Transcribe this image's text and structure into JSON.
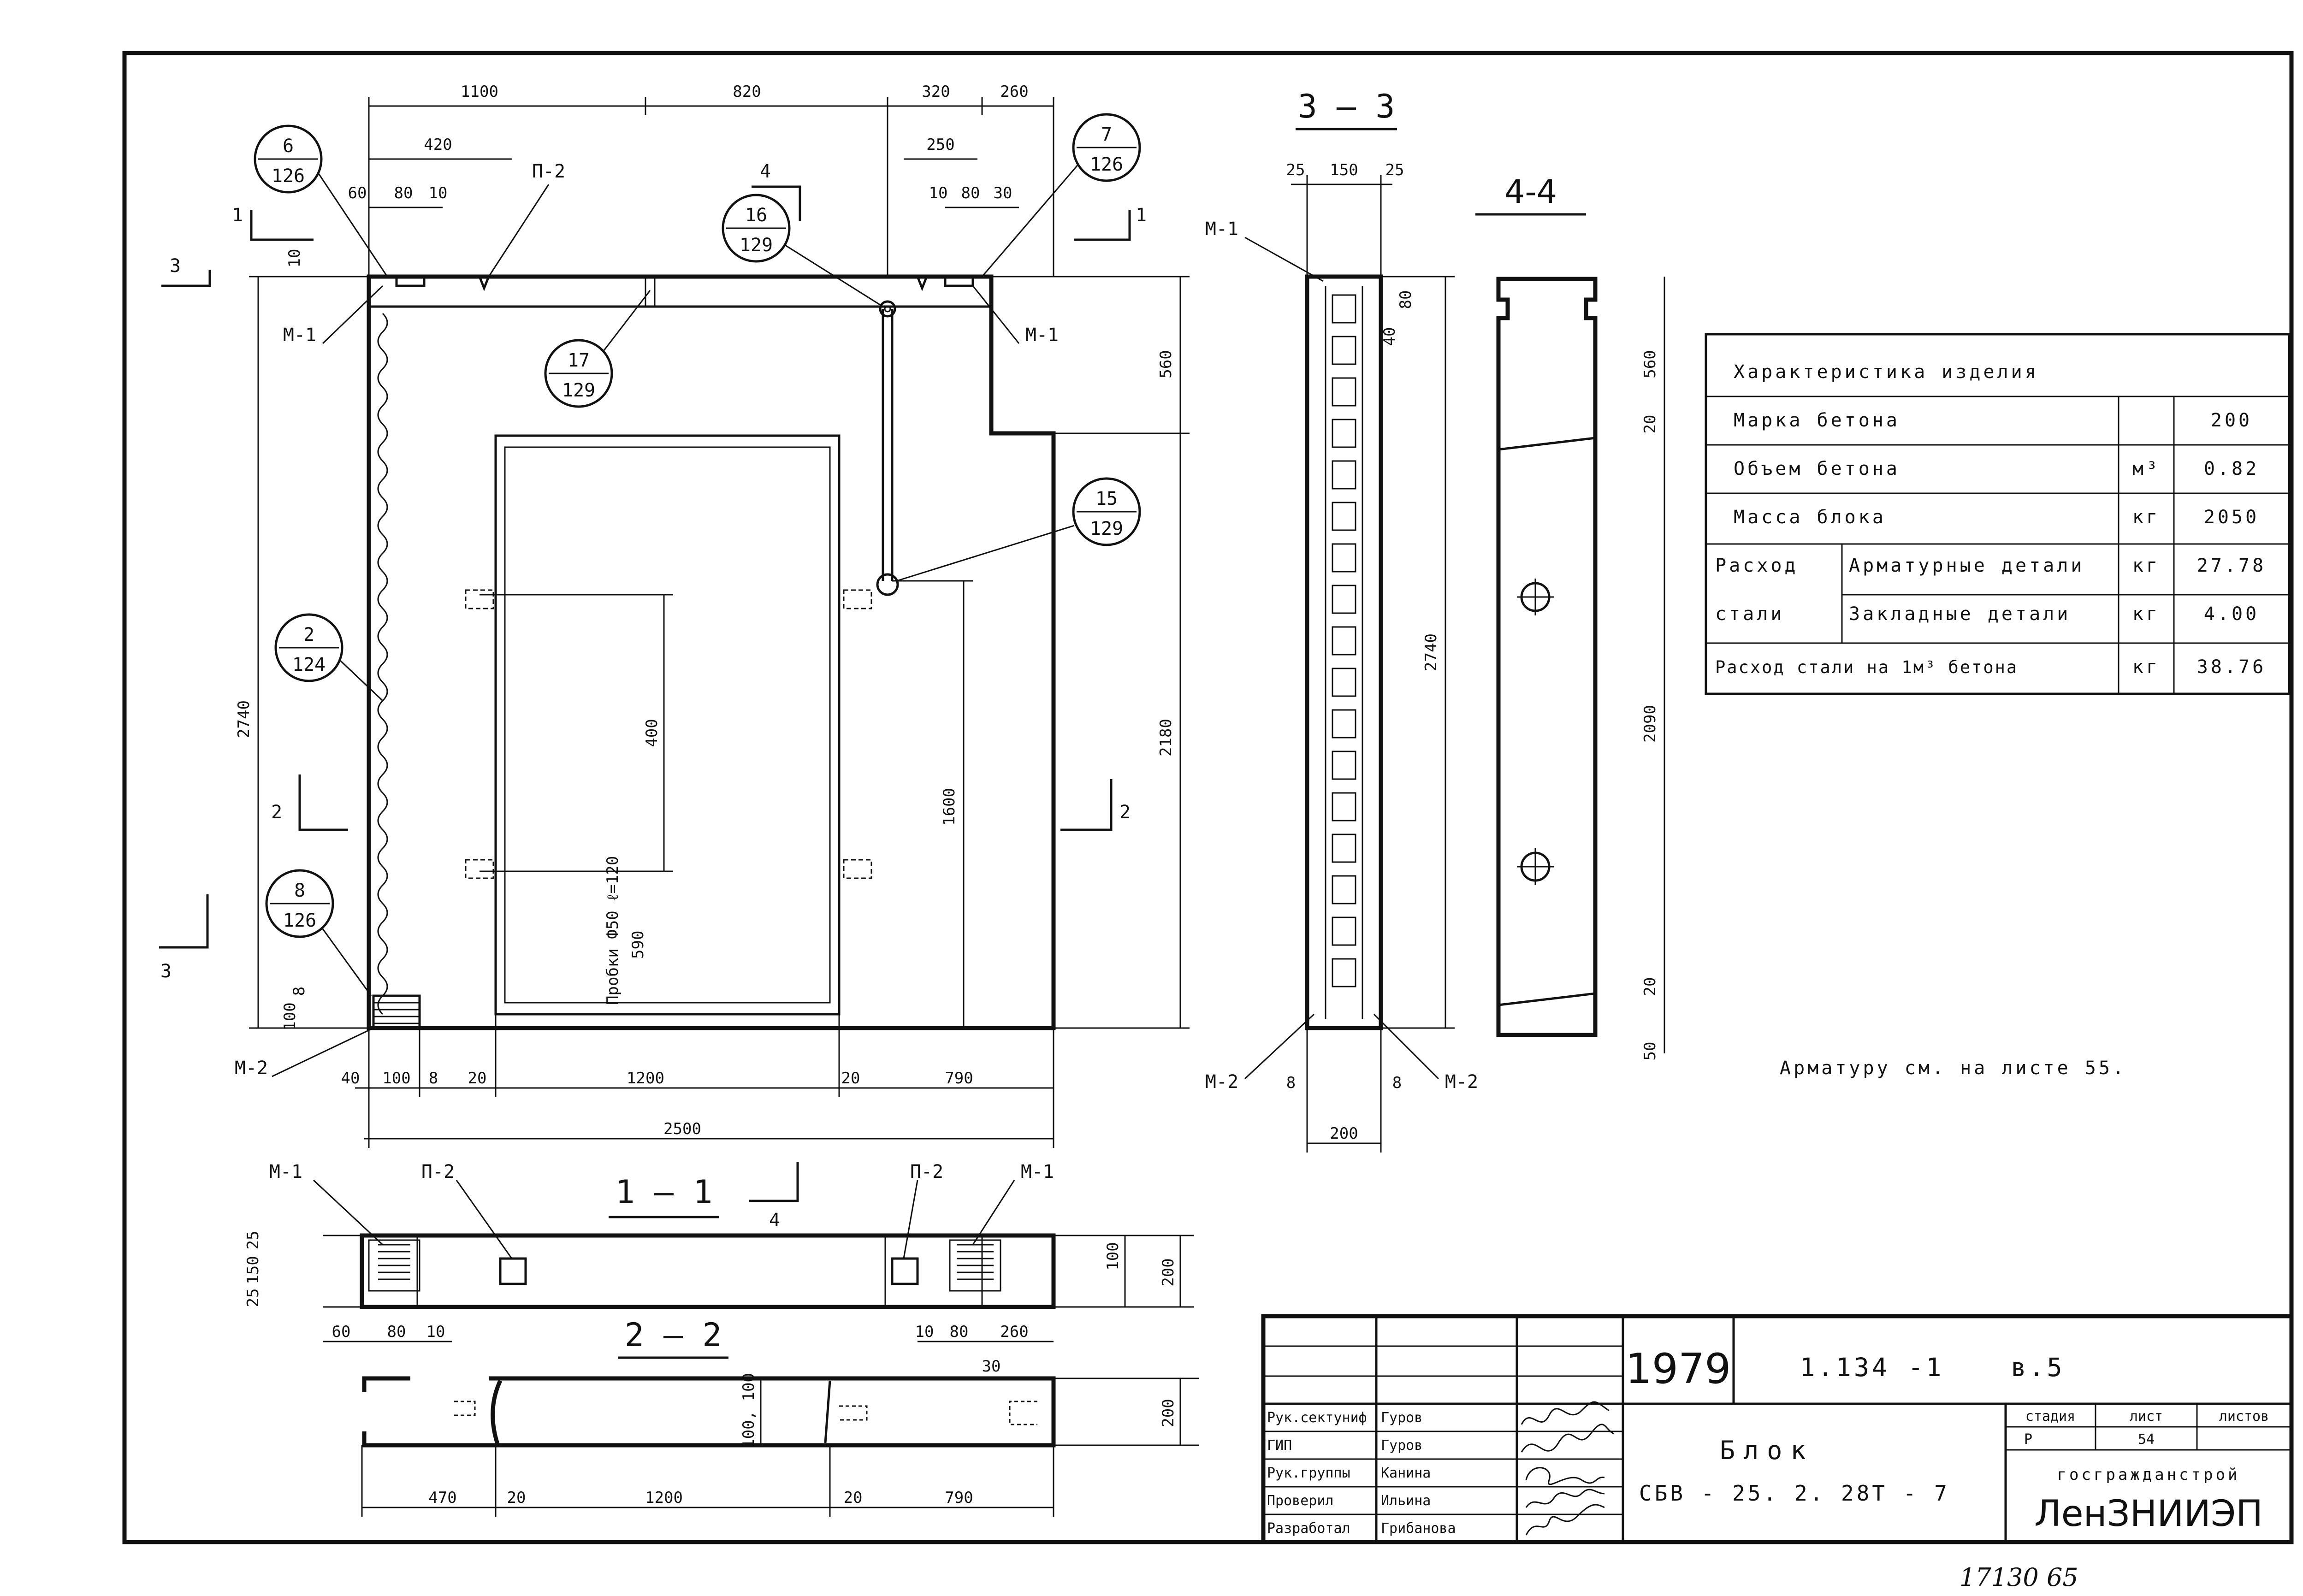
{
  "sections": {
    "s11": "1 — 1",
    "s22": "2 — 2",
    "s33": "3 — 3",
    "s44": "4-4",
    "cut1": "1",
    "cut2": "2",
    "cut3": "3",
    "cut4": "4"
  },
  "callouts": [
    {
      "num": "6",
      "sheet": "126"
    },
    {
      "num": "7",
      "sheet": "126"
    },
    {
      "num": "16",
      "sheet": "129"
    },
    {
      "num": "17",
      "sheet": "129"
    },
    {
      "num": "15",
      "sheet": "129"
    },
    {
      "num": "2",
      "sheet": "124"
    },
    {
      "num": "8",
      "sheet": "126"
    }
  ],
  "marks": {
    "m1": "М-1",
    "m2": "М-2",
    "p2": "П-2"
  },
  "front_dims": {
    "top": [
      "1100",
      "820",
      "320",
      "260"
    ],
    "top_sub": [
      "420",
      "250"
    ],
    "top_small_left": [
      "60",
      "80",
      "10"
    ],
    "top_small_right": [
      "10",
      "80",
      "30"
    ],
    "right": [
      "560",
      "2180"
    ],
    "left": "2740",
    "left_top": "10",
    "bottom": [
      "40",
      "100",
      "8",
      "20",
      "1200",
      "20",
      "790"
    ],
    "bottom_total": "2500",
    "inner_400": "400",
    "inner_1600": "1600",
    "left_bottom": "100",
    "left_bottom_small": "8",
    "probki": "Пробки Ф50 ℓ=120",
    "probki_590": "590"
  },
  "side_dims": {
    "top": [
      "25",
      "150",
      "25"
    ],
    "right": [
      "80",
      "40"
    ],
    "height": "2740",
    "bottom": [
      "8",
      "8"
    ],
    "width": "200"
  },
  "s44_dims": {
    "right": [
      "560",
      "20",
      "2090",
      "20",
      "50"
    ]
  },
  "plan_dims": {
    "left": [
      "25",
      "150",
      "25"
    ],
    "right": [
      "100",
      "200"
    ],
    "bottom_left": [
      "60",
      "80",
      "10"
    ],
    "bottom_right": [
      "10",
      "80",
      "260"
    ],
    "s22_bottom": [
      "470",
      "20",
      "1200",
      "20",
      "790"
    ],
    "s22_small": "30",
    "s22_right": "200",
    "s22_inner": "100, 100"
  },
  "spec_table": {
    "title": "Характеристика изделия",
    "rows": [
      {
        "label": "Марка бетона",
        "unit": "",
        "value": "200"
      },
      {
        "label": "Объем бетона",
        "unit": "м³",
        "value": "0.82"
      },
      {
        "label": "Масса блока",
        "unit": "кг",
        "value": "2050"
      }
    ],
    "steel_label_1": "Расход",
    "steel_label_2": "стали",
    "steel_rows": [
      {
        "label": "Арматурные детали",
        "unit": "кг",
        "value": "27.78"
      },
      {
        "label": "Закладные детали",
        "unit": "кг",
        "value": "4.00"
      }
    ],
    "per_m3": {
      "label": "Расход стали на 1м³ бетона",
      "unit": "кг",
      "value": "38.76"
    }
  },
  "note": "Арматуру см. на листе 55.",
  "stamp": {
    "year": "1979",
    "code": "1.134 -1",
    "issue": "в.5",
    "name_1": "Блок",
    "name_2": "СБВ - 25. 2. 28Т - 7",
    "stage_h": "стадия",
    "sheet_h": "лист",
    "sheets_h": "листов",
    "stage": "Р",
    "sheet": "54",
    "org_1": "госгражданстрой",
    "org_2": "ЛенЗНИИЭП",
    "people": [
      {
        "role": "Рук.сектуниф",
        "name": "Гуров"
      },
      {
        "role": "ГИП",
        "name": "Гуров"
      },
      {
        "role": "Рук.группы",
        "name": "Канина"
      },
      {
        "role": "Проверил",
        "name": "Ильина"
      },
      {
        "role": "Разработал",
        "name": "Грибанова"
      }
    ]
  },
  "archive_number": "17130 65"
}
